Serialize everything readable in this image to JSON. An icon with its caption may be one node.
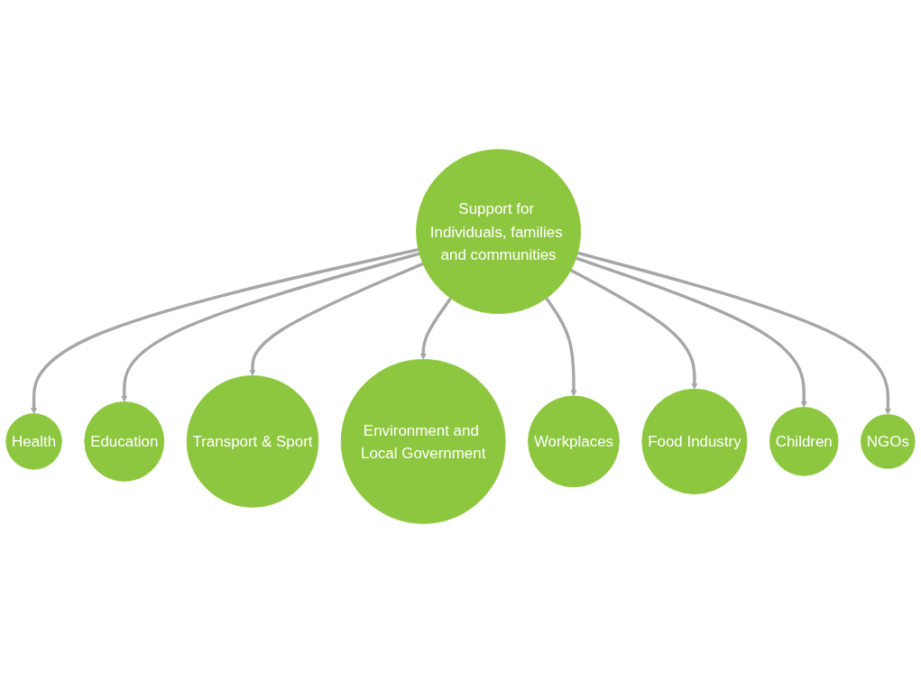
{
  "diagram": {
    "nodes": [
      {
        "text": [
          "Support for Individuals, families and communities"
        ]
      },
      {
        "text": [
          "Health"
        ]
      },
      {
        "text": [
          "Education"
        ]
      },
      {
        "text": [
          "Transport & Sport"
        ]
      },
      {
        "text": [
          "Environment and Local Government"
        ]
      },
      {
        "text": [
          "Workplaces"
        ]
      },
      {
        "text": [
          "Food Industry"
        ]
      },
      {
        "text": [
          "Children"
        ]
      },
      {
        "text": [
          "NGOs"
        ]
      }
    ],
    "edges": [
      {
        "from": 0,
        "to": 1,
        "arrow": "to"
      },
      {
        "from": 0,
        "to": 2,
        "arrow": "to"
      },
      {
        "from": 0,
        "to": 3,
        "arrow": "to"
      },
      {
        "from": 0,
        "to": 4,
        "arrow": "to"
      },
      {
        "from": 0,
        "to": 5,
        "arrow": "to"
      },
      {
        "from": 0,
        "to": 6,
        "arrow": "to"
      },
      {
        "from": 0,
        "to": 7,
        "arrow": "to"
      },
      {
        "from": 0,
        "to": 8,
        "arrow": "to"
      }
    ]
  }
}
